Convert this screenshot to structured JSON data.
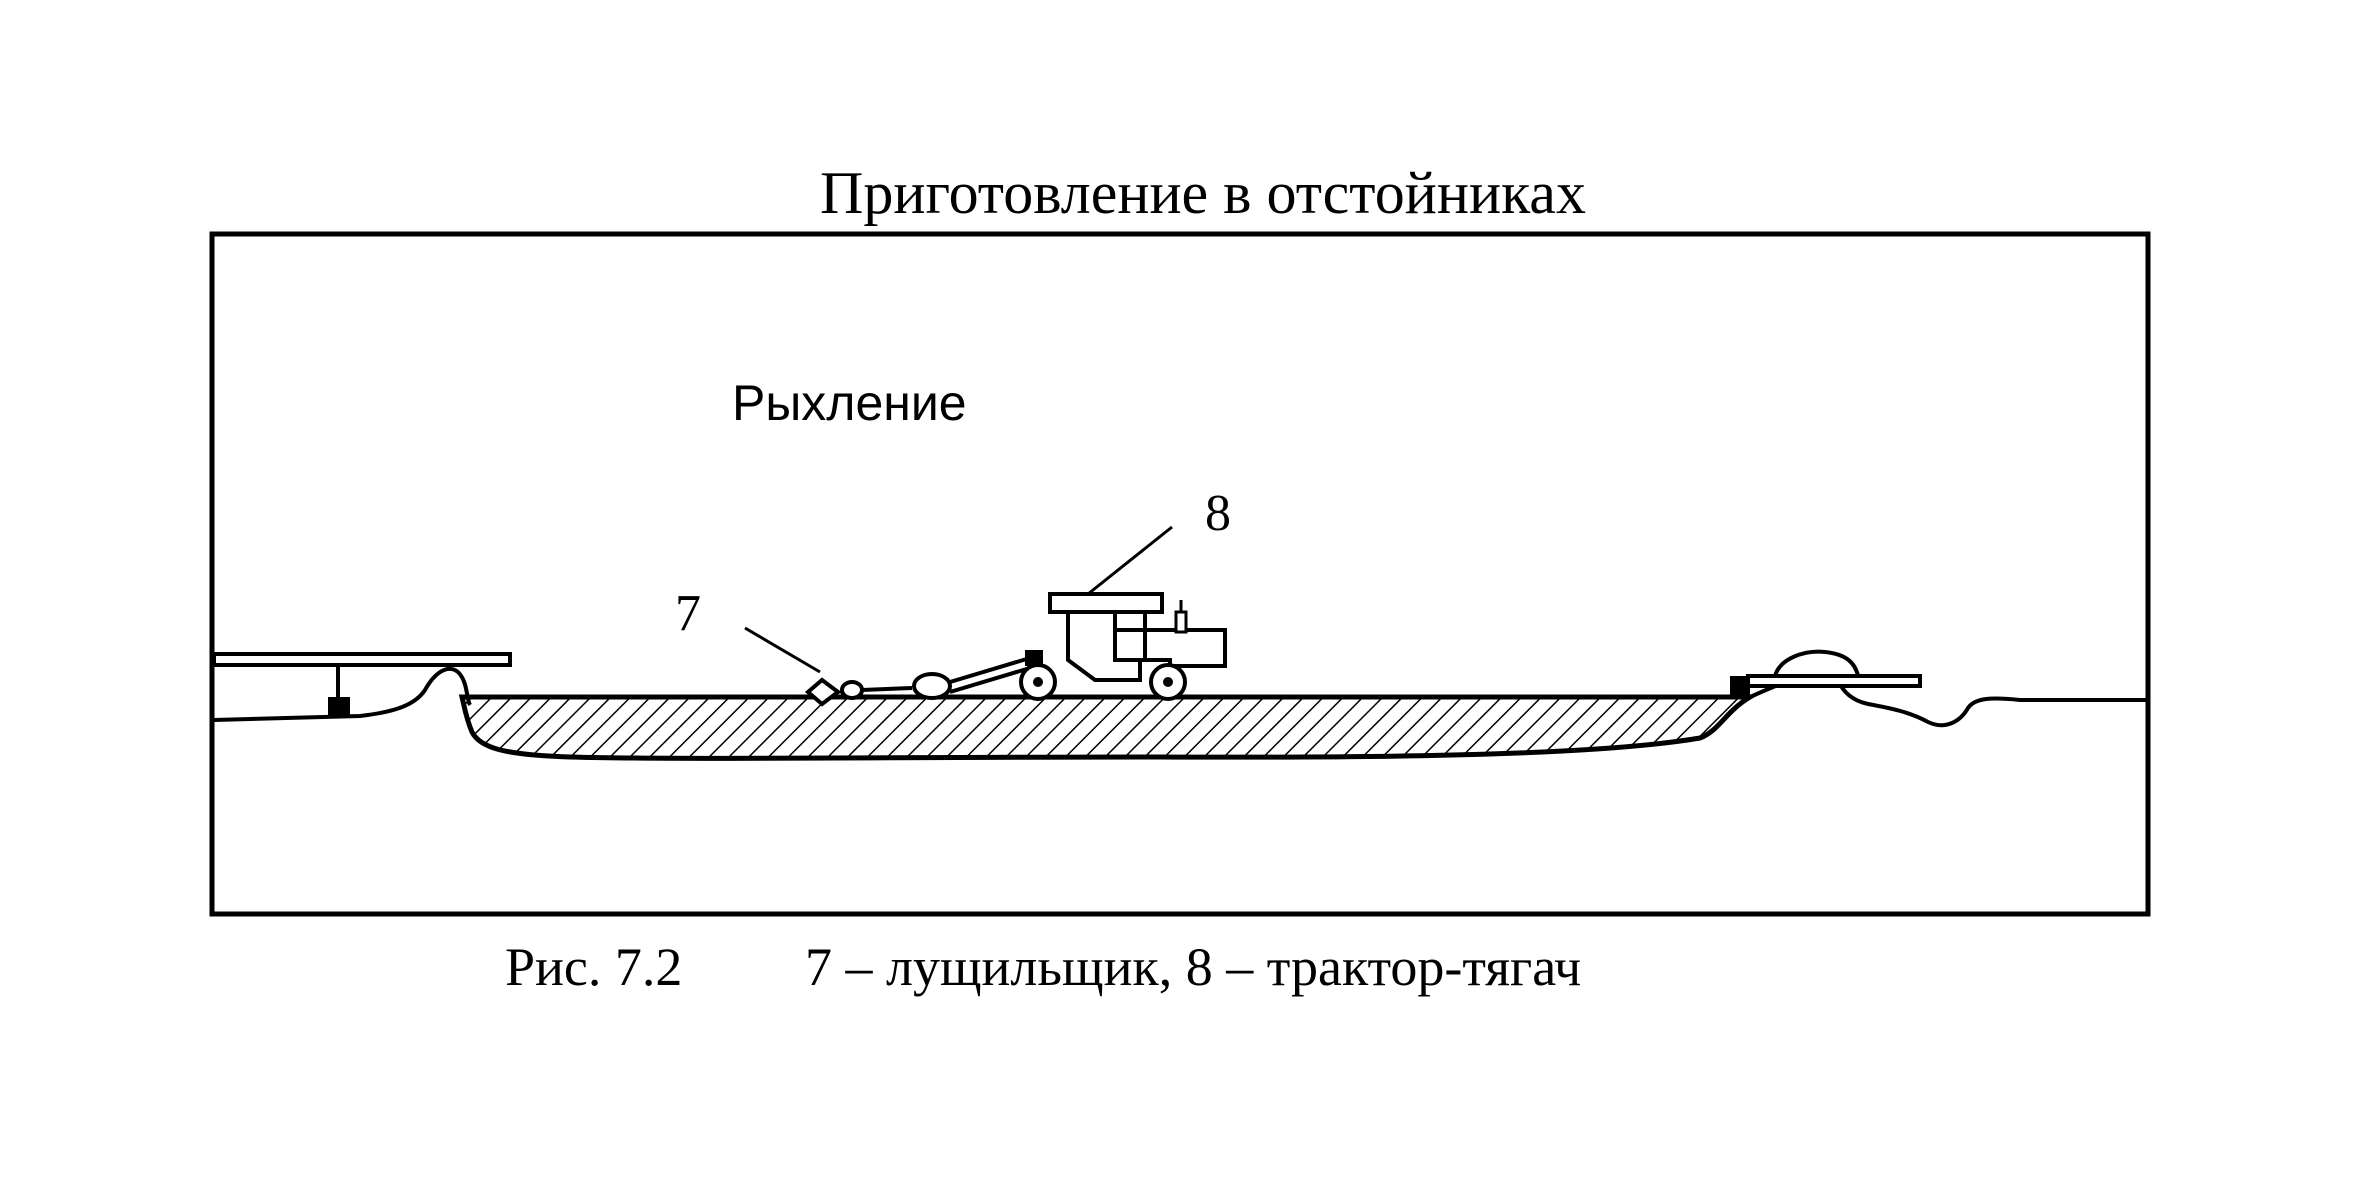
{
  "title": "Приготовление в отстойниках",
  "stage_label": "Рыхление",
  "callouts": {
    "peeler": "7",
    "tractor": "8"
  },
  "caption": {
    "figure": "Рис. 7.2",
    "legend": "7 – лущильщик, 8 – трактор-тягач"
  },
  "colors": {
    "ink": "#000000",
    "background": "#ffffff"
  }
}
